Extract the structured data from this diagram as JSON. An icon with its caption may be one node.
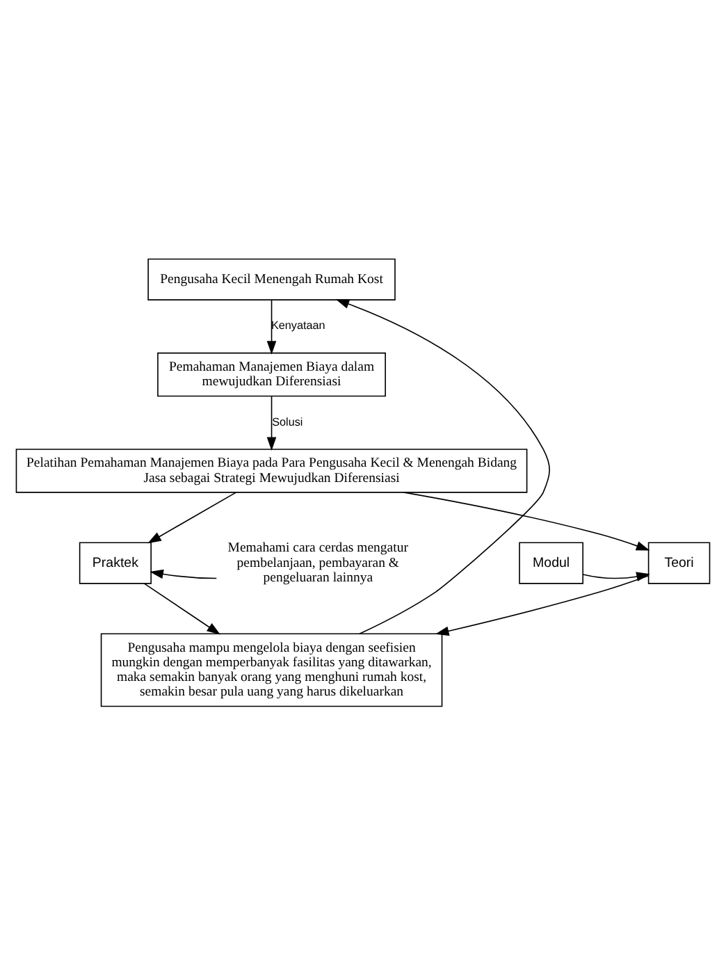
{
  "diagram": {
    "nodes": [
      {
        "text": [
          "Pengusaha Kecil Menengah Rumah Kost"
        ]
      },
      {
        "text": [
          "Pemahaman Manajemen Biaya dalam mewujudkan Diferensiasi"
        ]
      },
      {
        "text": [
          "Pelatihan Pemahaman Manajemen Biaya pada Para Pengusaha Kecil & Menengah Bidang Jasa sebagai Strategi Mewujudkan Diferensiasi"
        ]
      },
      {
        "text": [
          "Modul"
        ]
      },
      {
        "text": [
          "Teori"
        ]
      },
      {
        "text": [
          "Praktek"
        ]
      },
      {
        "text": [
          "Memahami cara cerdas mengatur pembelanjaan, pembayaran & pengeluaran lainnya"
        ]
      },
      {
        "text": [
          "Pengusaha mampu mengelola biaya dengan seefisien mungkin dengan memperbanyak fasilitas yang ditawarkan, maka semakin banyak orang yang menghuni rumah kost, semakin besar pula uang yang harus dikeluarkan"
        ]
      }
    ],
    "edges": [
      {
        "from": 0,
        "to": 1,
        "arrow": "to",
        "label": "Kenyataan"
      },
      {
        "from": 1,
        "to": 2,
        "arrow": "to",
        "label": "Solusi"
      },
      {
        "from": 2,
        "to": 4,
        "arrow": "to"
      },
      {
        "from": 2,
        "to": 5,
        "arrow": "to"
      },
      {
        "from": 3,
        "to": 4,
        "arrow": "to"
      },
      {
        "from": 6,
        "to": 5,
        "arrow": "to"
      },
      {
        "from": 4,
        "to": 7,
        "arrow": "to"
      },
      {
        "from": 5,
        "to": 7,
        "arrow": "to"
      },
      {
        "from": 7,
        "to": 0,
        "arrow": "to"
      }
    ]
  }
}
